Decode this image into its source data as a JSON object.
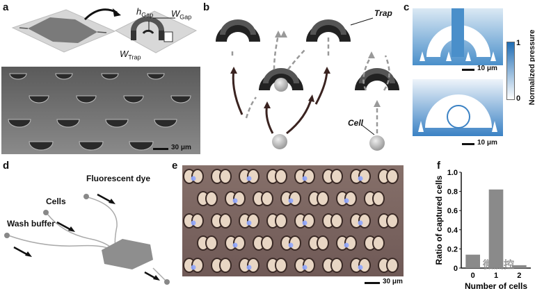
{
  "panels": {
    "a": {
      "label": "a",
      "h_gap": "h",
      "h_gap_sub": "Gap",
      "w_gap": "W",
      "w_gap_sub": "Gap",
      "w_trap": "W",
      "w_trap_sub": "Trap",
      "scale": "30 μm"
    },
    "b": {
      "label": "b",
      "trap": "Trap",
      "cell": "Cell"
    },
    "c": {
      "label": "c",
      "scale_top": "10 μm",
      "scale_bottom": "10 μm",
      "colorbar_title": "Normalized pressure",
      "colorbar_max": "1",
      "colorbar_min": "0"
    },
    "d": {
      "label": "d",
      "fluorescent": "Fluorescent dye",
      "cells": "Cells",
      "wash": "Wash buffer"
    },
    "e": {
      "label": "e",
      "scale": "30 μm"
    },
    "f": {
      "label": "f"
    }
  },
  "watermark": "微流控",
  "chart_data": {
    "type": "bar",
    "categories": [
      "0",
      "1",
      "2"
    ],
    "values": [
      0.14,
      0.82,
      0.03
    ],
    "xlabel": "Number of cells",
    "ylabel": "Ratio of captured cells",
    "ylim": [
      0,
      1.0
    ],
    "yticks": [
      "0",
      "0.2",
      "0.4",
      "0.6",
      "0.8",
      "1.0"
    ],
    "bar_color": "#8a8a8a"
  }
}
